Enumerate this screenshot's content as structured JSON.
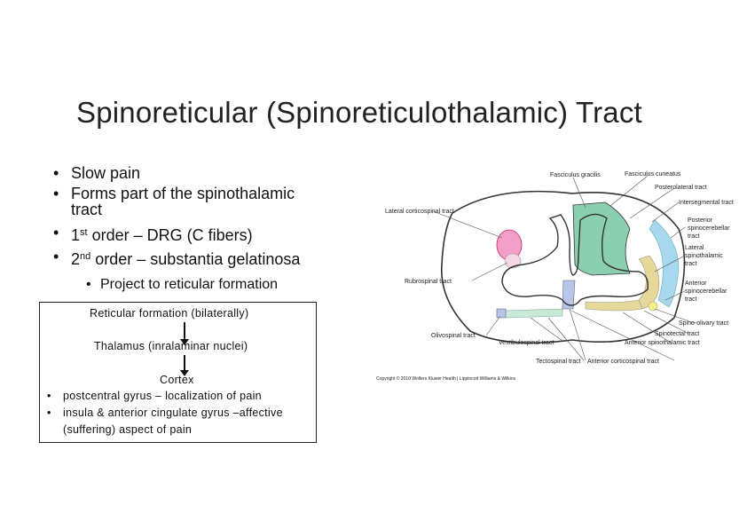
{
  "title": "Spinoreticular (Spinoreticulothalamic) Tract",
  "bullets": [
    {
      "text": "Slow pain"
    },
    {
      "text": "Forms part of the  spinothalamic",
      "cont": "tract"
    },
    {
      "pre": "1",
      "sup": "st",
      "post": " order – DRG (C fibers)"
    },
    {
      "pre": "2",
      "sup": "nd",
      "post": " order – substantia gelatinosa"
    }
  ],
  "sub_bullet": "Project to reticular formation",
  "box": {
    "line1": "Reticular formation (bilaterally)",
    "line2": "Thalamus (inralaminar nuclei)",
    "line3": "Cortex",
    "items": [
      "postcentral gyrus – localization of pain",
      "insula & anterior cingulate gyrus –affective",
      "(suffering) aspect of pain"
    ]
  },
  "figure": {
    "labels": {
      "fasciculus_gracilis": "Fasciculus gracilis",
      "fasciculus_cuneatus": "Fasciculus cuneatus",
      "posterolateral": "Posterolateral tract",
      "intersegmental": "Intersegmental tract",
      "post_spinocerebellar_1": "Posterior",
      "post_spinocerebellar_2": "spinocerebellar",
      "post_spinocerebellar_3": "tract",
      "lateral_corticospinal": "Lateral corticospinal tract",
      "lat_spinothalamic_1": "Lateral",
      "lat_spinothalamic_2": "spinothalamic",
      "lat_spinothalamic_3": "tract",
      "rubrospinal": "Rubrospinal tract",
      "ant_spinocerebellar_1": "Anterior",
      "ant_spinocerebellar_2": "spinocerebellar",
      "ant_spinocerebellar_3": "tract",
      "spino_olivary": "Spino-olivary tract",
      "spinotectal": "Spinotectal tract",
      "olivospinal": "Olivospinal tract",
      "anterior_spinothalamic": "Anterior spinothalamic tract",
      "vestibulospinal": "Vestibulospinal tract",
      "tectospinal": "Tectospinal tract",
      "anterior_corticospinal": "Anterior corticospinal tract",
      "copyright": "Copyright © 2010 Wolters Kluwer Health | Lippincott Williams & Wilkins"
    },
    "colors": {
      "gracilis_cuneatus": "#8ccfb0",
      "lateral_corticospinal": "#f2a0c8",
      "posterior_spinocerebellar": "#a8d8f0",
      "lateral_spinothalamic": "#e6d89a",
      "anterior_spinocerebellar": "#b0dcf0",
      "spino_olivary": "#f4f08a",
      "anterior_corticospinal": "#b8c4e8",
      "vestibulospinal": "#c8e8d8"
    }
  }
}
